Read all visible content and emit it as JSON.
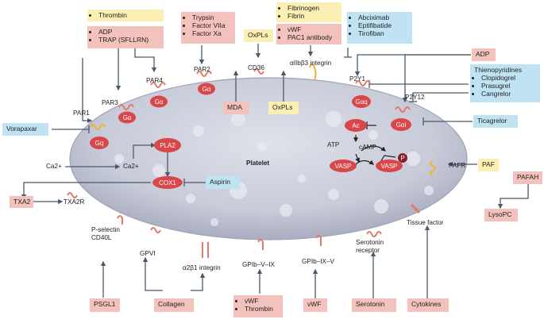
{
  "boxes": {
    "thrombin_adp": {
      "top": "Thrombin",
      "items": [
        "ADP",
        "TRAP (SFLLRN)"
      ]
    },
    "trypsin": {
      "items": [
        "Trypsin",
        "Factor VIIa",
        "Factor Xa"
      ]
    },
    "oxpls_top": "OxPLs",
    "fibrinogen": {
      "top": [
        "Fibrinogen",
        "Fibrin"
      ],
      "items": [
        "vWF",
        "PAC1 antibody"
      ]
    },
    "abciximab": {
      "items": [
        "Abciximab",
        "Eptifibatide",
        "Tirofiban"
      ]
    },
    "adp_right": "ADP",
    "thienopyridines": {
      "title": "Thienopyridines",
      "items": [
        "Clopidogrel",
        "Prasugrel",
        "Cangrelor"
      ]
    },
    "ticagrelor": "Ticagrelor",
    "vorapaxar": "Vorapaxar",
    "mda": "MDA",
    "oxpls_mid": "OxPLs",
    "aspirin": "Aspirin",
    "txa2": "TXA2",
    "paf": "PAF",
    "pafah": "PAFAH",
    "lysopc": "LysoPC",
    "psgl1": "PSGL1",
    "collagen": "Collagen",
    "vwf_thrombin": {
      "items": [
        "vWF",
        "Thrombin"
      ]
    },
    "vwf": "vWF",
    "serotonin": "Serotonin",
    "cytokines": "Cytokines"
  },
  "labels": {
    "par1": "PAR1",
    "par2": "PAR2",
    "par3": "PAR3",
    "par4": "PAR4",
    "cd36": "CD36",
    "integrin": "αIIbβ3 integrin",
    "p2y1": "P2Y1",
    "p2y12": "P2Y12",
    "ca_out": "Ca2+",
    "ca_in": "Ca2+",
    "txa2r": "TXA2R",
    "atp": "ATP",
    "camp": "cAMP",
    "platelet": "Platelet",
    "pafr": "PAFR",
    "tissue_factor": "Tissue factor",
    "pselectin": "P-selectin",
    "cd40l": "CD40L",
    "gpvi": "GPVI",
    "a2b1": "α2β1 integrin",
    "gpib_v_ix": "GPIb–V–IX",
    "gpib_ix_v": "GPIb–IX–V",
    "serotonin_receptor_1": "Serotonin",
    "serotonin_receptor_2": "receptor"
  },
  "nodes": {
    "gq": "Gq",
    "ga_par3": "Gα",
    "ga_par4": "Gα",
    "ga_par2": "Gα",
    "gq_p2y1": "Gαq",
    "gi": "Gαi",
    "pla2": "PLA2",
    "cox1": "COX1",
    "ac": "Ac",
    "vasp1": "VASP",
    "vasp2": "VASP",
    "p": "P"
  },
  "colors": {
    "pink": "#f4c2bd",
    "yellow": "#fcefb4",
    "blue": "#bfe3f3",
    "node_red": "#d9474a",
    "receptor": "#e07a6c",
    "receptor_yellow": "#f2b233",
    "membrane": "#c9ccd8",
    "arrow": "#4a5a6a"
  }
}
